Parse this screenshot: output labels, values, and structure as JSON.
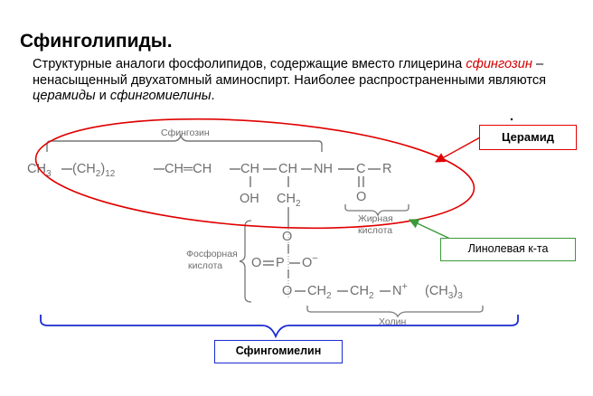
{
  "title": "Сфинголипиды.",
  "intro": {
    "p1": "Структурные аналоги фосфолипидов, содержащие вместо глицерина ",
    "sphingosine": "сфингозин",
    "p2": " – ненасыщенный двухатомный аминоспирт. Наиболее распространенными являются ",
    "ceramides": "церамиды",
    "and": " и ",
    "sphingomyelins": "сфингомиелины",
    "dot": "."
  },
  "structure": {
    "sphingosine_label": "Сфингозин",
    "ch3": "CH",
    "sub3": "3",
    "ch2_group": "(CH",
    "sub2": "2",
    "close_paren": ")",
    "sub12": "12",
    "ch_eq_ch": "CH═CH",
    "ch_a": "CH",
    "ch_b": "CH",
    "nh": "NH",
    "c": "C",
    "r": "R",
    "oh": "OH",
    "ch2_lower": "CH",
    "sub2b": "2",
    "o_carbonyl": "O",
    "o_link": "O",
    "p": "P",
    "o_left": "O",
    "o_minus": "O",
    "minus": "−",
    "o_bottom": "O",
    "choline_chain": "CH",
    "sub2c": "2",
    "ch2_b": "CH",
    "sub2d": "2",
    "n": "N",
    "plus": "+",
    "ch3_group": "(CH",
    "sub3b": "3",
    "close3": ")",
    "sub3c": "3",
    "fatty_acid_label_1": "Жирная",
    "fatty_acid_label_2": "кислота",
    "phosphoric_label_1": "Фосфорная",
    "phosphoric_label_2": "кислота",
    "choline_label": "Холин"
  },
  "callouts": {
    "ceramide": "Церамид",
    "linoleic": "Линолевая к-та",
    "sphingomyelin": "Сфингомиелин"
  },
  "colors": {
    "ceramide": "#e00000",
    "linoleic": "#3a9a3a",
    "sphingomyelin": "#1a2ad0"
  }
}
